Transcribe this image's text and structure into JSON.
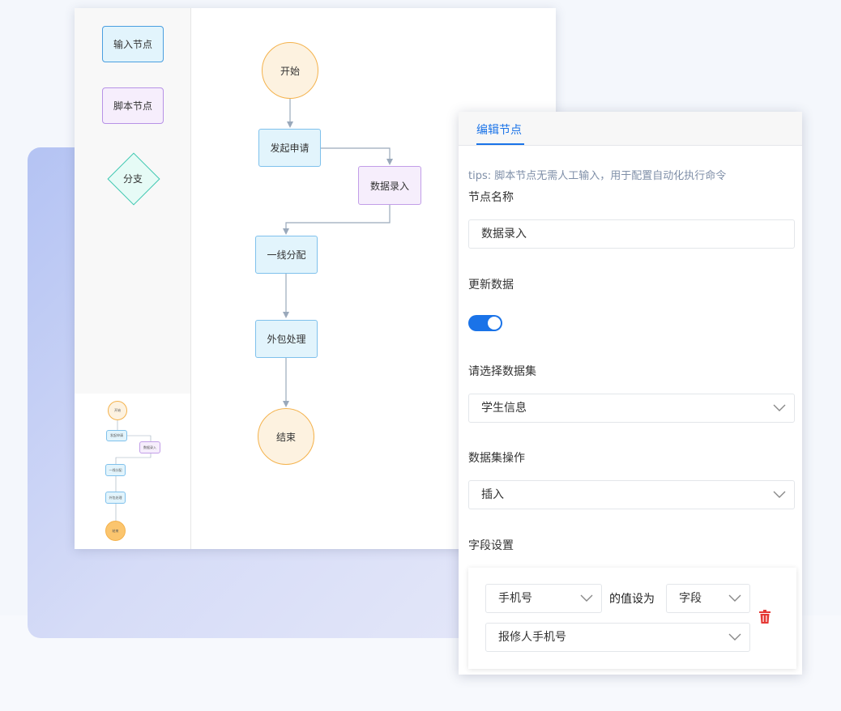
{
  "palette": {
    "input_node": "输入节点",
    "script_node": "脚本节点",
    "branch": "分支"
  },
  "flow": {
    "start": "开始",
    "initiate": "发起申请",
    "data_entry": "数据录入",
    "first_line": "一线分配",
    "outsource": "外包处理",
    "end": "结束"
  },
  "minimap": {
    "start": "开始",
    "initiate": "发起申请",
    "data_entry": "数据录入",
    "first_line": "一线分配",
    "outsource": "外包处理",
    "end": "结束"
  },
  "panel": {
    "tab": "编辑节点",
    "tips": "tips: 脚本节点无需人工输入，用于配置自动化执行命令",
    "node_name_label": "节点名称",
    "node_name_value": "数据录入",
    "update_data_label": "更新数据",
    "update_data_on": true,
    "dataset_label": "请选择数据集",
    "dataset_value": "学生信息",
    "dataset_op_label": "数据集操作",
    "dataset_op_value": "插入",
    "field_settings_label": "字段设置",
    "field_rule": {
      "field": "手机号",
      "value_as": "的值设为",
      "value_type": "字段",
      "source_field": "报修人手机号"
    }
  },
  "colors": {
    "accent": "#1a73e8",
    "delete": "#e53935"
  },
  "icons": {
    "chevron": "chevron-down-icon",
    "delete": "trash-icon"
  }
}
